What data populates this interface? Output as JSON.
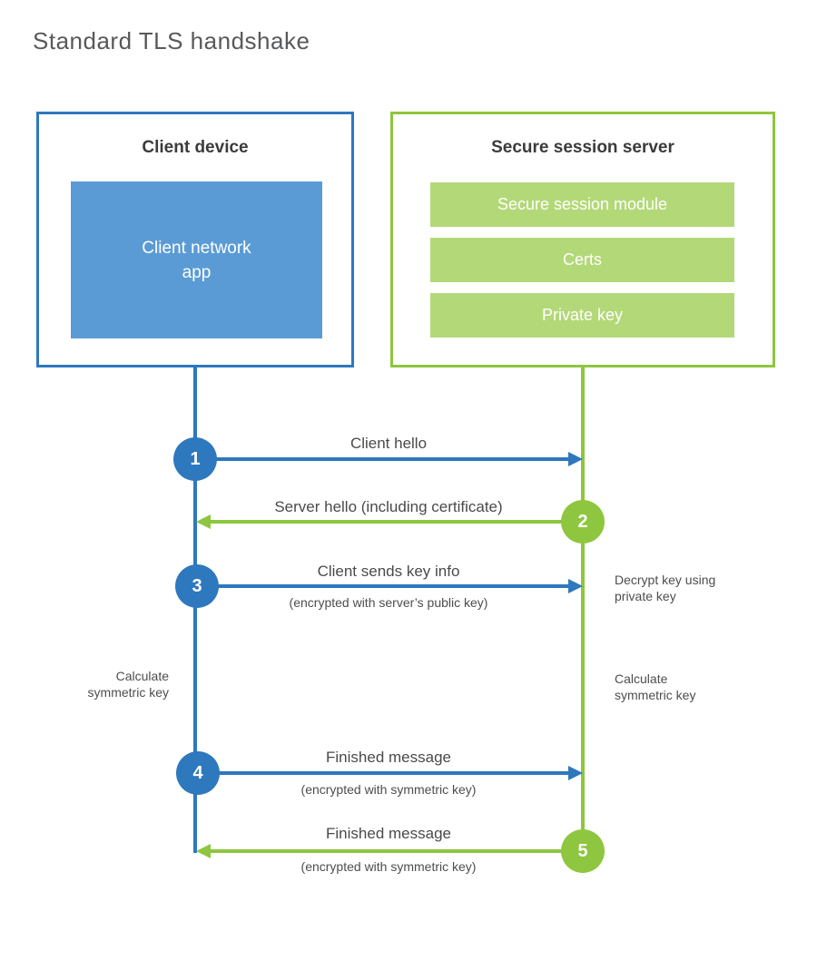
{
  "title": "Standard TLS handshake",
  "client_box": {
    "title": "Client device",
    "app_lines": [
      "Client network",
      "app"
    ]
  },
  "server_box": {
    "title": "Secure session server",
    "modules": [
      "Secure session module",
      "Certs",
      "Private key"
    ]
  },
  "steps": [
    {
      "num": "1",
      "actor": "client",
      "direction": "right",
      "label": "Client hello",
      "sublabel": ""
    },
    {
      "num": "2",
      "actor": "server",
      "direction": "left",
      "label": "Server hello (including certificate)",
      "sublabel": ""
    },
    {
      "num": "3",
      "actor": "client",
      "direction": "right",
      "label": "Client sends key info",
      "sublabel": "(encrypted with server’s public key)"
    },
    {
      "num": "4",
      "actor": "client",
      "direction": "right",
      "label": "Finished message",
      "sublabel": "(encrypted with symmetric key)"
    },
    {
      "num": "5",
      "actor": "server",
      "direction": "left",
      "label": "Finished message",
      "sublabel": "(encrypted with symmetric key)"
    }
  ],
  "notes": {
    "decrypt_lines": [
      "Decrypt key using",
      "private key"
    ],
    "calc_left_lines": [
      "Calculate",
      "symmetric key"
    ],
    "calc_right_lines": [
      "Calculate",
      "symmetric key"
    ]
  },
  "colors": {
    "blue": "#2e78be",
    "blue_light": "#5b9bd5",
    "green": "#8ec63f",
    "green_light": "#b3d878"
  }
}
